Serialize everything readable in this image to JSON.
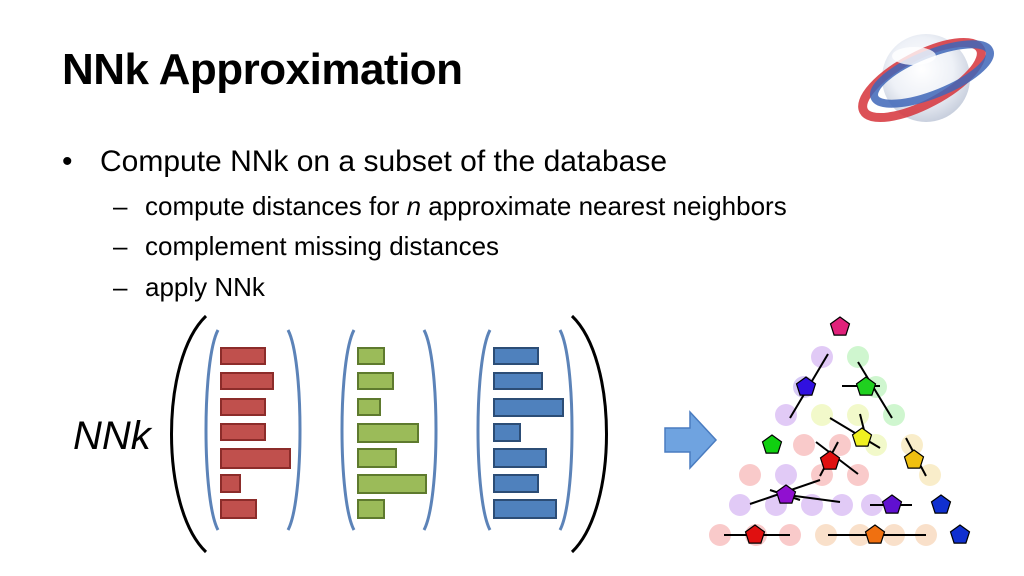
{
  "slide": {
    "title": "NNk Approximation",
    "bullet": "Compute NNk on a subset of the database",
    "bullet_marker": "•",
    "sub_marker": "–",
    "sub_bullets": [
      {
        "before": "compute distances for ",
        "italic": "n",
        "after": " approximate nearest neighbors"
      },
      {
        "before": "complement missing distances",
        "italic": "",
        "after": ""
      },
      {
        "before": "apply NNk",
        "italic": "",
        "after": ""
      }
    ],
    "function_label": "NNk"
  },
  "colors": {
    "red": "#c0504d",
    "red_dark": "#8c2c2a",
    "green": "#9bbb59",
    "green_dark": "#5e7a2e",
    "blue": "#4f81bd",
    "blue_dark": "#2c4d76",
    "bracket_blue": "#5c83b8",
    "arrow": "#6fa3e0"
  },
  "icons": [
    "logo-sphere-icon",
    "right-arrow-icon"
  ]
}
